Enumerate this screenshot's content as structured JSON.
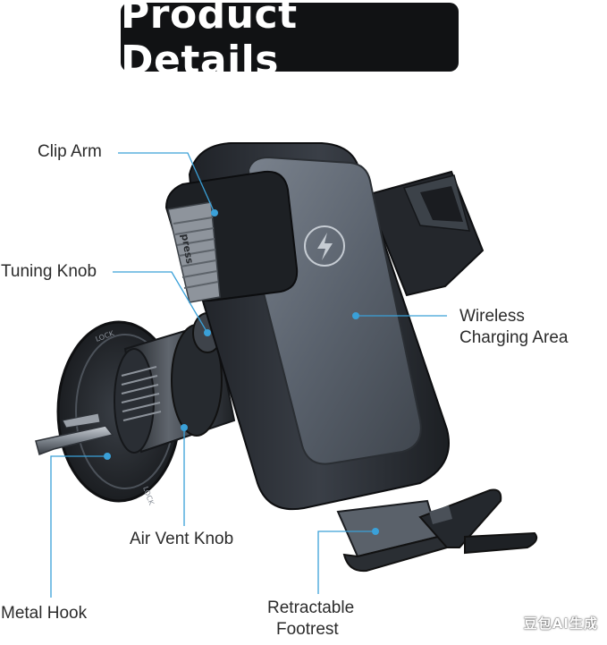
{
  "header": {
    "title": "Product Details"
  },
  "callouts": {
    "clip_arm": "Clip Arm",
    "tuning_knob": "Tuning Knob",
    "wireless_line1": "Wireless",
    "wireless_line2": "Charging Area",
    "air_vent_knob": "Air Vent Knob",
    "metal_hook": "Metal Hook",
    "footrest_line1": "Retractable",
    "footrest_line2": "Footrest"
  },
  "product": {
    "button_text": "press",
    "lock_text": "LOCK"
  },
  "watermark": "豆包AI生成",
  "colors": {
    "banner": "#111214",
    "callout_line": "#3aa0d8",
    "body_dark": "#2a2d33",
    "panel": "#59616c"
  }
}
